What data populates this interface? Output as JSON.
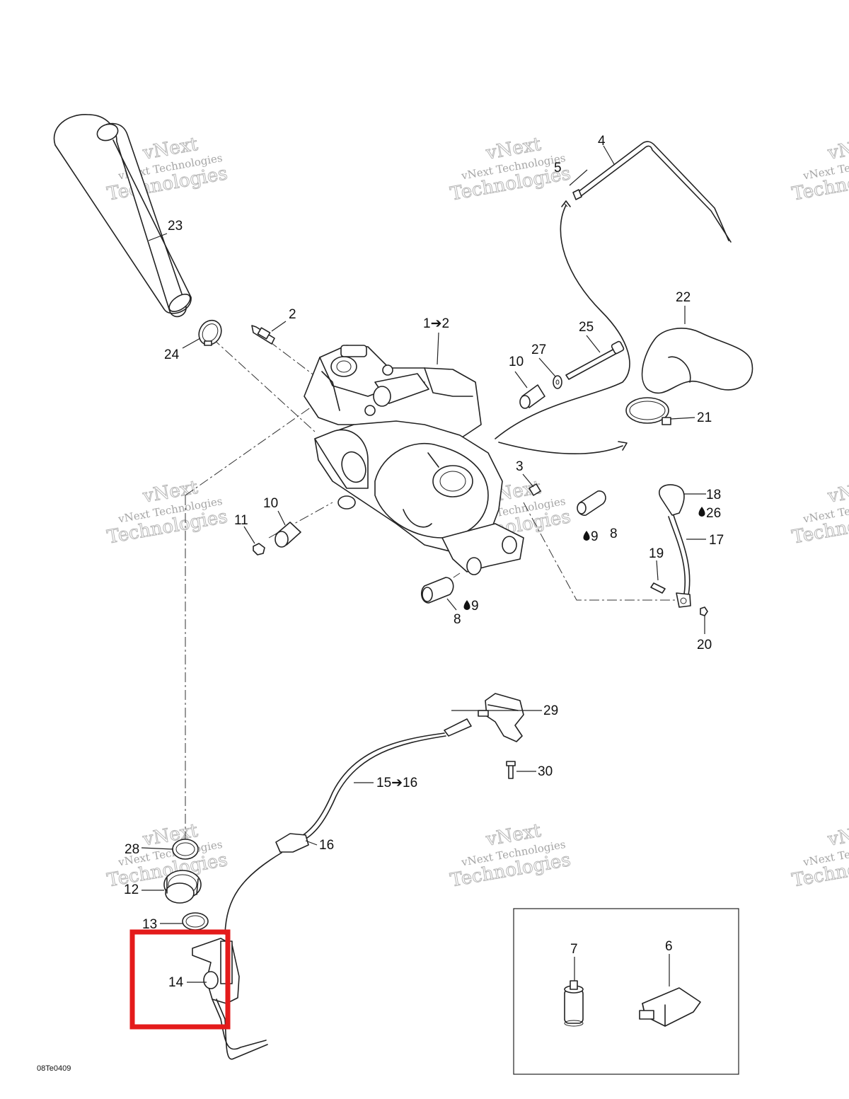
{
  "drawing_code": "08Te0409",
  "watermark": {
    "line1": "vNext",
    "line2": "vNext Technologies",
    "line3": "Technologies"
  },
  "callouts": [
    {
      "id": "c1",
      "text": "1➔2"
    },
    {
      "id": "c2",
      "text": "2"
    },
    {
      "id": "c3",
      "text": "3"
    },
    {
      "id": "c4",
      "text": "4"
    },
    {
      "id": "c5",
      "text": "5"
    },
    {
      "id": "c6",
      "text": "6"
    },
    {
      "id": "c7",
      "text": "7"
    },
    {
      "id": "c8a",
      "text": "8"
    },
    {
      "id": "c8b",
      "text": "8"
    },
    {
      "id": "c9a",
      "text": "9"
    },
    {
      "id": "c9b",
      "text": "9"
    },
    {
      "id": "c10a",
      "text": "10"
    },
    {
      "id": "c10b",
      "text": "10"
    },
    {
      "id": "c11",
      "text": "11"
    },
    {
      "id": "c12",
      "text": "12"
    },
    {
      "id": "c13",
      "text": "13"
    },
    {
      "id": "c14",
      "text": "14"
    },
    {
      "id": "c15",
      "text": "15➔16"
    },
    {
      "id": "c16",
      "text": "16"
    },
    {
      "id": "c17",
      "text": "17"
    },
    {
      "id": "c18",
      "text": "18"
    },
    {
      "id": "c19",
      "text": "19"
    },
    {
      "id": "c20",
      "text": "20"
    },
    {
      "id": "c21",
      "text": "21"
    },
    {
      "id": "c22",
      "text": "22"
    },
    {
      "id": "c23",
      "text": "23"
    },
    {
      "id": "c24",
      "text": "24"
    },
    {
      "id": "c25",
      "text": "25"
    },
    {
      "id": "c26",
      "text": "26"
    },
    {
      "id": "c27",
      "text": "27"
    },
    {
      "id": "c28",
      "text": "28"
    },
    {
      "id": "c29",
      "text": "29"
    },
    {
      "id": "c30",
      "text": "30"
    }
  ],
  "highlight": {
    "part": "14",
    "color": "#e41b1b"
  },
  "colors": {
    "ink": "#222222",
    "watermark": "#999999",
    "highlight": "#e41b1b"
  }
}
